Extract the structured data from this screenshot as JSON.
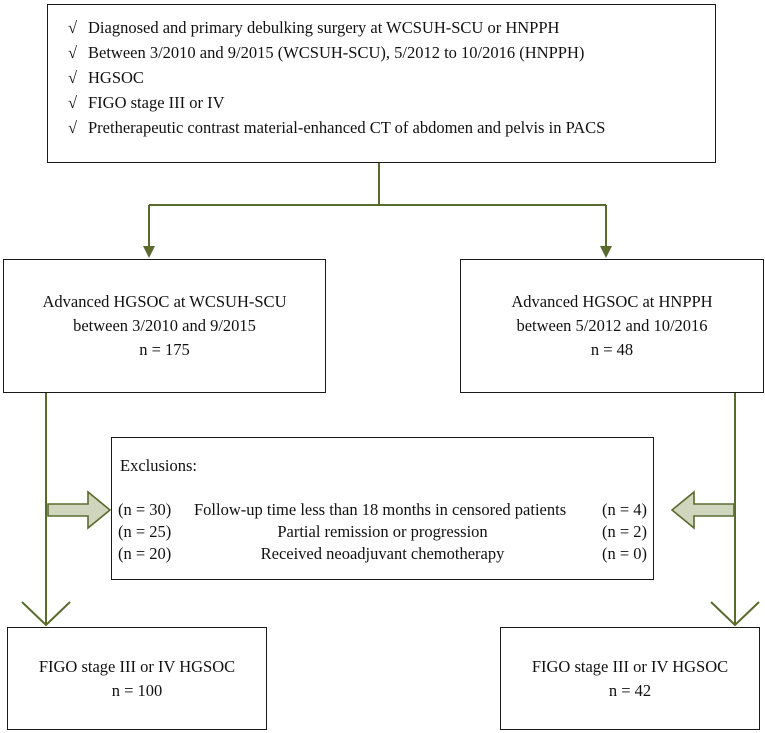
{
  "criteria": {
    "check_symbol": "√",
    "items": [
      "Diagnosed and primary debulking surgery at WCSUH-SCU or HNPPH",
      "Between 3/2010 and 9/2015 (WCSUH-SCU), 5/2012 to 10/2016 (HNPPH)",
      "HGSOC",
      "FIGO stage III or IV",
      "Pretherapeutic contrast material-enhanced CT of abdomen and pelvis in PACS"
    ]
  },
  "cohorts": {
    "left": {
      "line1": "Advanced HGSOC at WCSUH-SCU",
      "line2": "between 3/2010 and 9/2015",
      "count": "n = 175"
    },
    "right": {
      "line1": "Advanced HGSOC at HNPPH",
      "line2": "between 5/2012 and 10/2016",
      "count": "n = 48"
    }
  },
  "exclusions": {
    "title": "Exclusions:",
    "rows": [
      {
        "left_count": "(n = 30)",
        "reason": "Follow-up time less than 18 months in censored patients",
        "right_count": "(n = 4)"
      },
      {
        "left_count": "(n = 25)",
        "reason": "Partial remission or progression",
        "right_count": "(n = 2)"
      },
      {
        "left_count": "(n = 20)",
        "reason": "Received neoadjuvant chemotherapy",
        "right_count": "(n = 0)"
      }
    ]
  },
  "final": {
    "left": {
      "line1": "FIGO stage III or IV HGSOC",
      "count": "n = 100"
    },
    "right": {
      "line1": "FIGO stage III or IV HGSOC",
      "count": "n = 42"
    }
  },
  "colors": {
    "connector": "#5a6b2e",
    "box_border": "#1a1a1a",
    "fat_arrow_fill": "#cfd6bd"
  }
}
